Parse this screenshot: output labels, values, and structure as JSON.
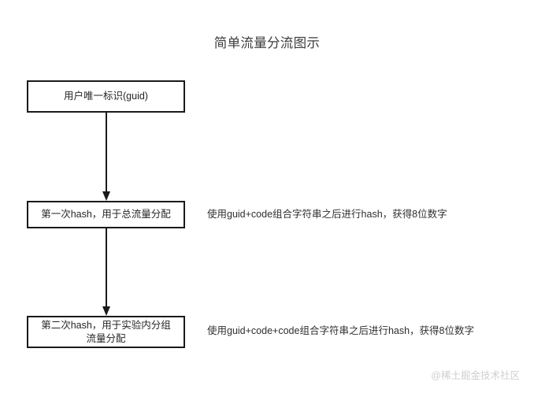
{
  "diagram": {
    "title": "简单流量分流图示",
    "background_color": "#ffffff",
    "stroke_color": "#1a1a1a",
    "text_color": "#262626",
    "nodes": [
      {
        "id": "guid",
        "label": "用户唯一标识(guid)",
        "shape": "rectangle"
      },
      {
        "id": "hash1",
        "label": "第一次hash，用于总流量分配",
        "shape": "rectangle"
      },
      {
        "id": "hash2",
        "label": "第二次hash，用于实验内分组\n流量分配",
        "shape": "rectangle"
      }
    ],
    "edges": [
      {
        "id": "edge-1",
        "from": "guid",
        "to": "hash1",
        "arrow": "down"
      },
      {
        "id": "edge-2",
        "from": "hash1",
        "to": "hash2",
        "arrow": "down"
      }
    ],
    "annotations": [
      {
        "id": "annotation-hash1",
        "attached_to": "hash1",
        "text": "使用guid+code组合字符串之后进行hash，获得8位数字"
      },
      {
        "id": "annotation-hash2",
        "attached_to": "hash2",
        "text": "使用guid+code+code组合字符串之后进行hash，获得8位数字"
      }
    ]
  },
  "watermark": {
    "text": "@稀土掘金技术社区",
    "color": "#cfcfcf"
  }
}
